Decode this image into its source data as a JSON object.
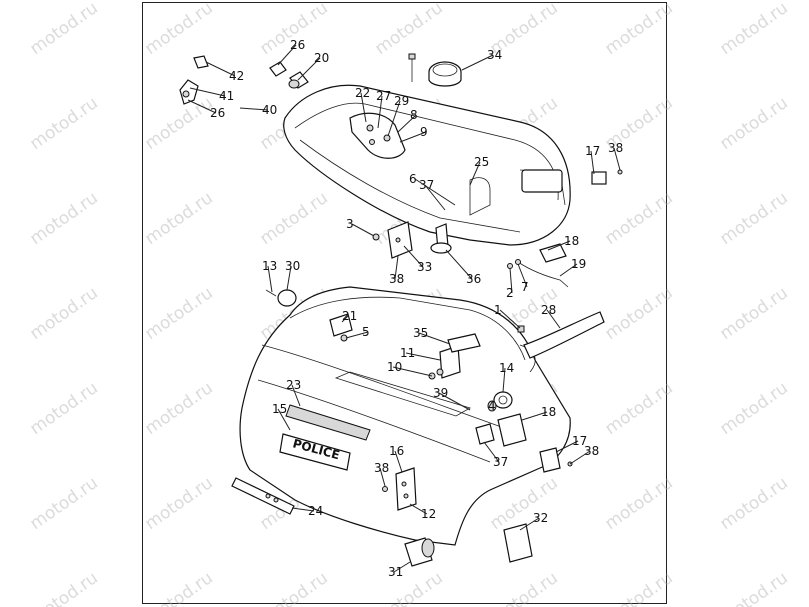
{
  "watermark": "motod.ru",
  "badge_text": "POLICE",
  "callouts": [
    "1",
    "2",
    "3",
    "4",
    "5",
    "6",
    "7",
    "8",
    "9",
    "10",
    "11",
    "12",
    "13",
    "14",
    "15",
    "16",
    "17",
    "18",
    "19",
    "20",
    "21",
    "22",
    "23",
    "24",
    "25",
    "26",
    "27",
    "28",
    "29",
    "30",
    "31",
    "32",
    "33",
    "34",
    "35",
    "36",
    "37",
    "38",
    "39",
    "40",
    "41",
    "42"
  ]
}
